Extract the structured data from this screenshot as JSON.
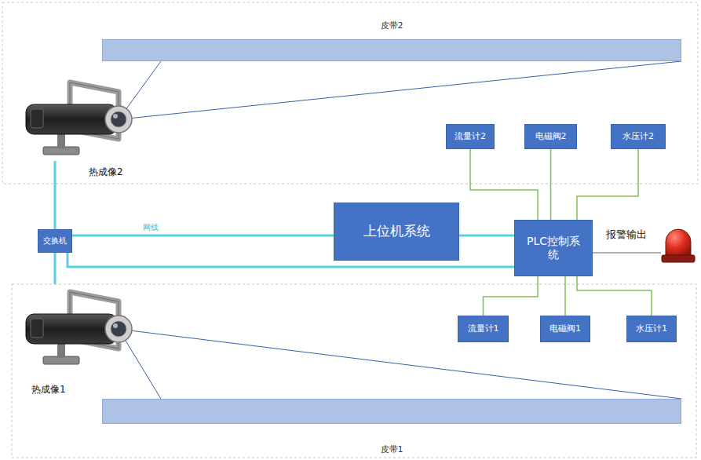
{
  "diagram": {
    "nodes": [
      {
        "text": [
          "皮带2"
        ]
      },
      {
        "text": [
          "热成像2"
        ]
      },
      {
        "text": [
          "流量计2"
        ]
      },
      {
        "text": [
          "电磁阀2"
        ]
      },
      {
        "text": [
          "水压计2"
        ]
      },
      {
        "text": [
          "交换机"
        ]
      },
      {
        "text": [
          "上位机系统"
        ]
      },
      {
        "text": [
          "PLC控制系统"
        ]
      },
      {
        "text": [
          "报警输出"
        ]
      },
      {
        "text": [
          "热成像1"
        ]
      },
      {
        "text": [
          "流量计1"
        ]
      },
      {
        "text": [
          "电磁阀1"
        ]
      },
      {
        "text": [
          "水压计1"
        ]
      },
      {
        "text": [
          "皮带1"
        ]
      }
    ],
    "edges": [
      {
        "from": 1,
        "to": 0,
        "arrow": "none"
      },
      {
        "from": 1,
        "to": 0,
        "arrow": "none"
      },
      {
        "from": 1,
        "to": 5,
        "arrow": "none"
      },
      {
        "from": 9,
        "to": 5,
        "arrow": "none"
      },
      {
        "from": 5,
        "to": 6,
        "label": "网线",
        "arrow": "none"
      },
      {
        "from": 6,
        "to": 7,
        "arrow": "none"
      },
      {
        "from": 5,
        "to": 7,
        "arrow": "none"
      },
      {
        "from": 7,
        "to": 2,
        "arrow": "none"
      },
      {
        "from": 7,
        "to": 3,
        "arrow": "none"
      },
      {
        "from": 7,
        "to": 4,
        "arrow": "none"
      },
      {
        "from": 7,
        "to": 8,
        "arrow": "none"
      },
      {
        "from": 7,
        "to": 10,
        "arrow": "none"
      },
      {
        "from": 7,
        "to": 11,
        "arrow": "none"
      },
      {
        "from": 7,
        "to": 12,
        "arrow": "none"
      },
      {
        "from": 9,
        "to": 13,
        "arrow": "none"
      },
      {
        "from": 9,
        "to": 13,
        "arrow": "none"
      }
    ]
  }
}
